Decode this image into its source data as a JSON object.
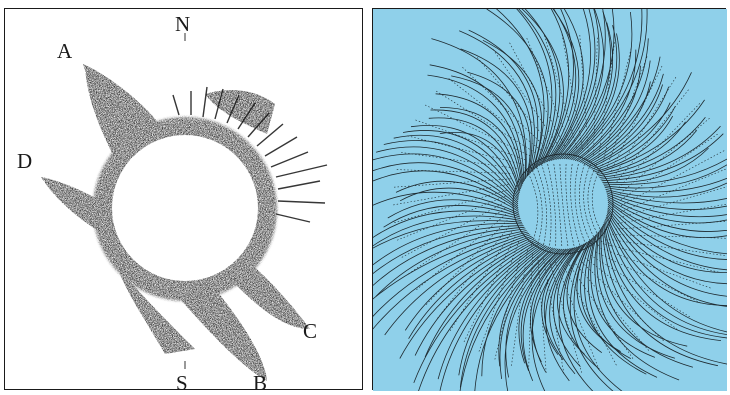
{
  "left_panel": {
    "labels": {
      "north": "N",
      "south": "S",
      "a": "A",
      "b": "B",
      "c": "C",
      "d": "D"
    },
    "colors": {
      "background": "#ffffff",
      "ink": "#141414",
      "disk": "#ffffff"
    }
  },
  "right_panel": {
    "colors": {
      "background": "#8fd0ea",
      "lines": "#1e2a30"
    }
  }
}
